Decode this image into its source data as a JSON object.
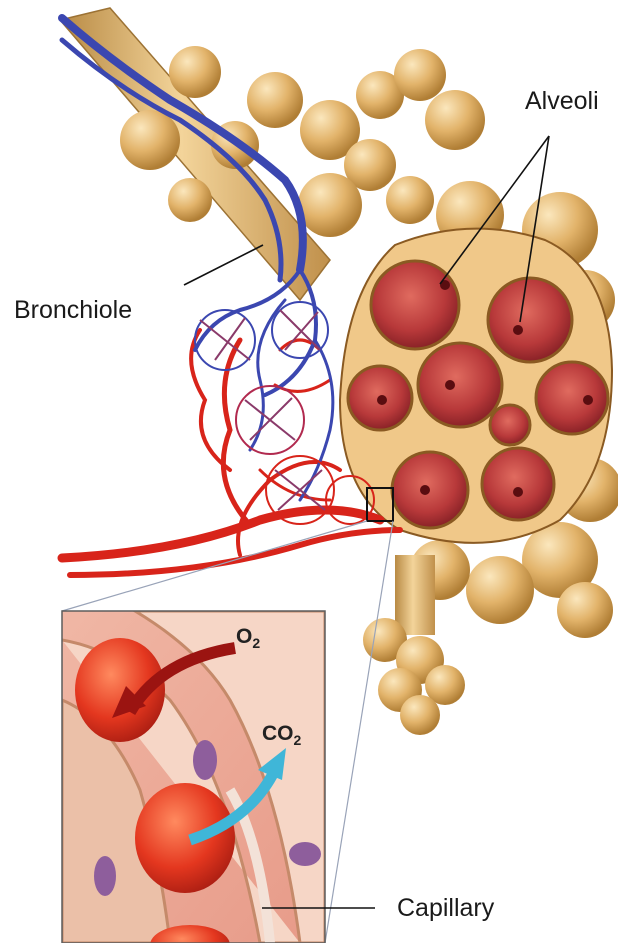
{
  "labels": {
    "alveoli": "Alveoli",
    "bronchiole": "Bronchiole",
    "capillary": "Capillary",
    "oxygen_main": "O",
    "oxygen_sub": "2",
    "co2_main": "CO",
    "co2_sub": "2"
  },
  "colors": {
    "tissue": "#e3b56a",
    "alveolus_interior": "#b8393a",
    "vein": "#3b47b0",
    "artery": "#d8241a",
    "blood_cell": "#e4371f",
    "o2_arrow": "#9b1411",
    "co2_arrow": "#3fb6d8"
  }
}
